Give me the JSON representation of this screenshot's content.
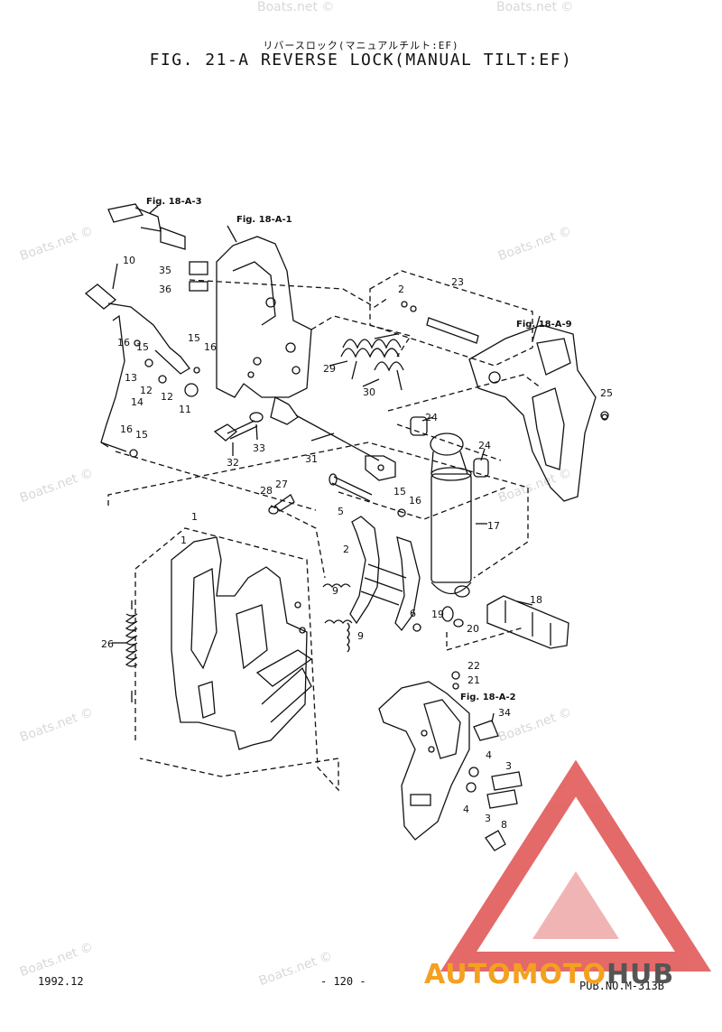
{
  "header": {
    "subtitle": "リバースロック(マニュアルチルト:EF)",
    "title": "FIG. 21-A REVERSE LOCK(MANUAL TILT:EF)"
  },
  "references": {
    "r18a3": "Fig. 18-A-3",
    "r18a1": "Fig. 18-A-1",
    "r18a9": "Fig. 18-A-9",
    "r18a2": "Fig. 18-A-2"
  },
  "parts": {
    "p1": "1",
    "p1b": "1",
    "p2": "2",
    "p2b": "2",
    "p3": "3",
    "p3b": "3",
    "p4": "4",
    "p4b": "4",
    "p5": "5",
    "p6": "6",
    "p8": "8",
    "p9": "9",
    "p9b": "9",
    "p10": "10",
    "p11": "11",
    "p12": "12",
    "p12b": "12",
    "p13": "13",
    "p14": "14",
    "p15": "15",
    "p15b": "15",
    "p15c": "15",
    "p15d": "15",
    "p16": "16",
    "p16b": "16",
    "p16c": "16",
    "p16d": "16",
    "p17": "17",
    "p18": "18",
    "p19": "19",
    "p20": "20",
    "p21": "21",
    "p22": "22",
    "p23": "23",
    "p24": "24",
    "p24b": "24",
    "p25": "25",
    "p26": "26",
    "p27": "27",
    "p28": "28",
    "p29": "29",
    "p30": "30",
    "p31": "31",
    "p32": "32",
    "p33": "33",
    "p34": "34",
    "p35": "35",
    "p36": "36"
  },
  "watermark": "Boats.net ©",
  "footer": {
    "date": "1992.12",
    "page": "- 120 -",
    "pub": "PUB.NO.M-313B"
  },
  "brand": {
    "part1": "AUTO",
    "part2": "MOTO",
    "part3": "HUB",
    "primary_color": "#f4a020",
    "logo_color": "#e05050"
  }
}
